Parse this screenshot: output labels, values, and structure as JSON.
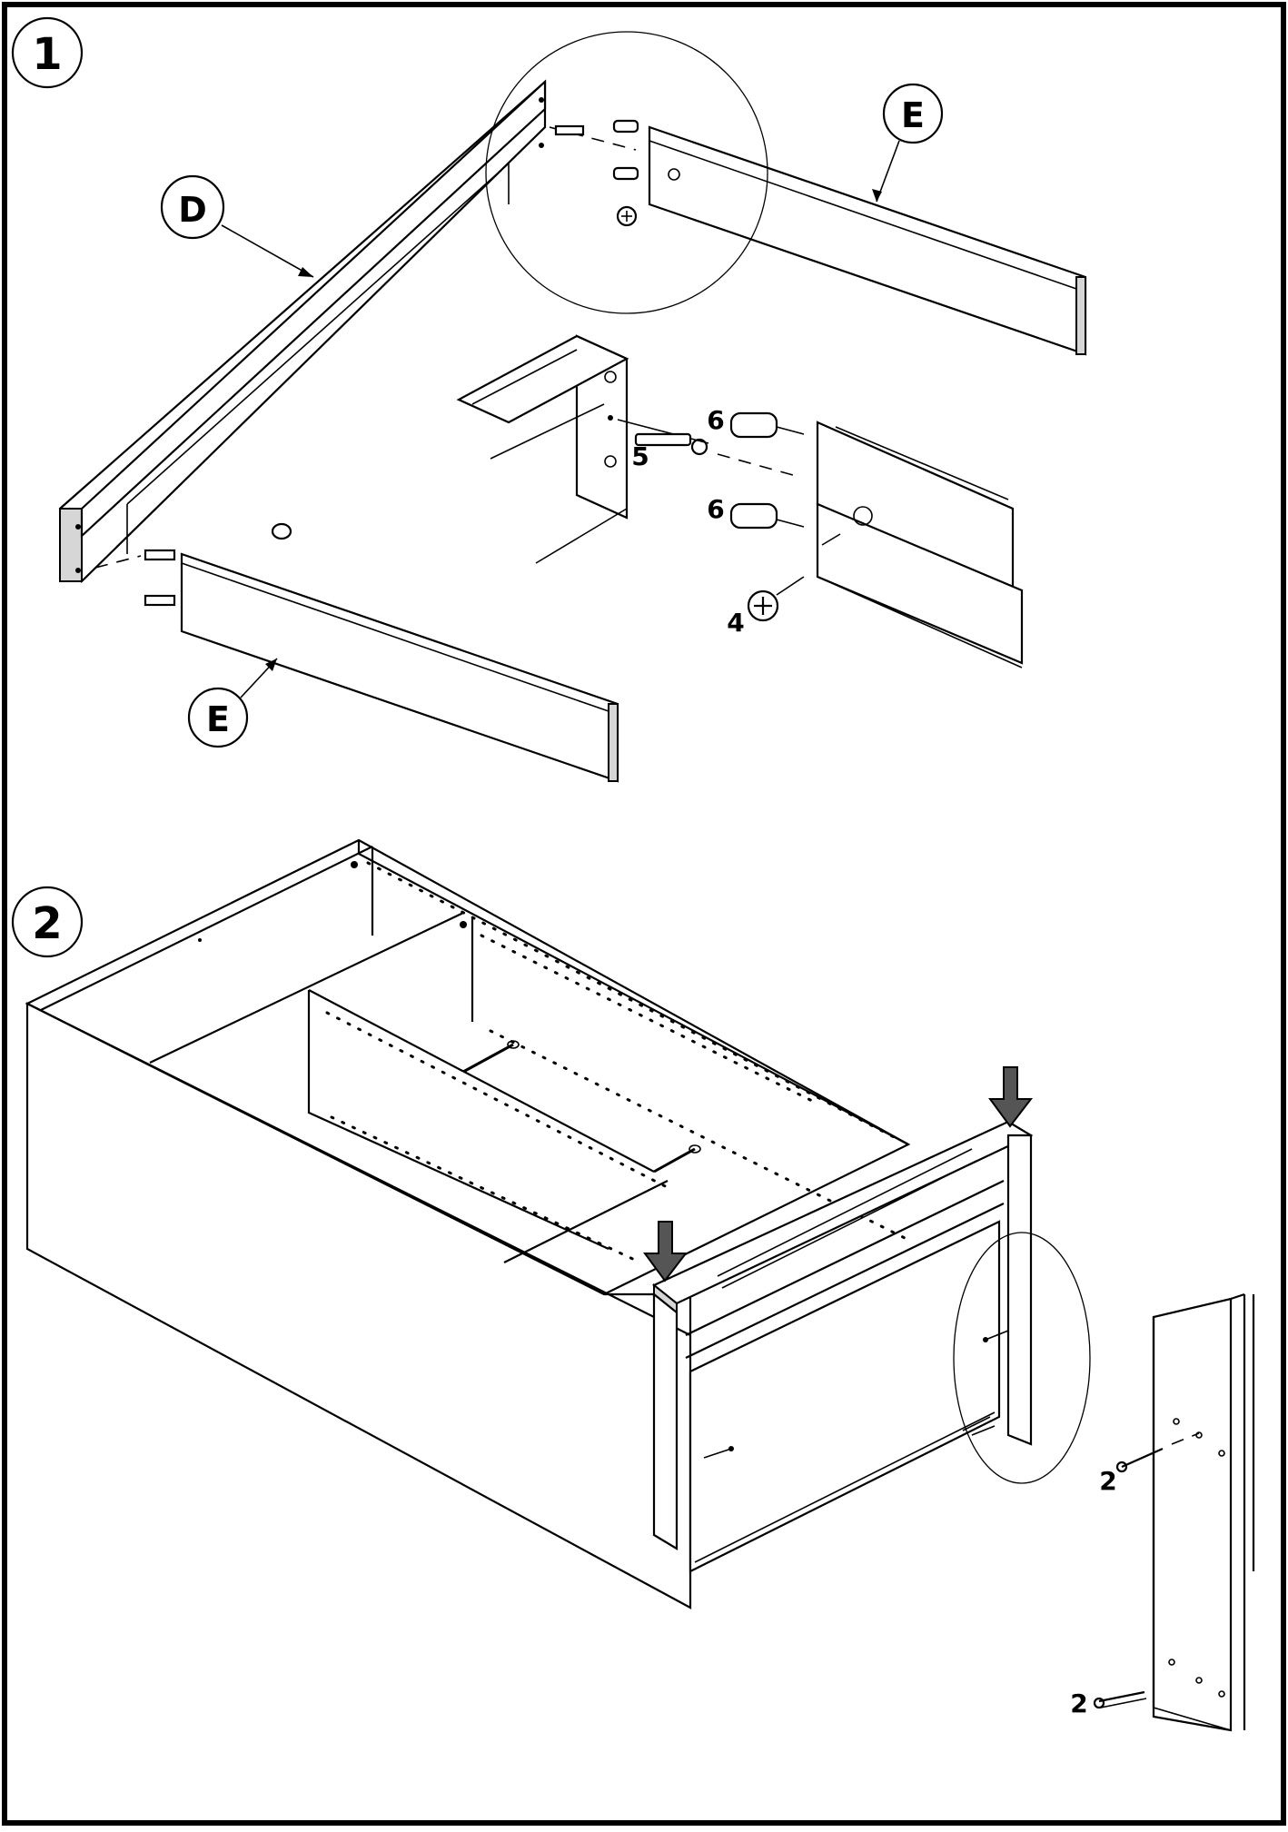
{
  "steps": [
    {
      "number": "1"
    },
    {
      "number": "2"
    }
  ],
  "part_labels": {
    "panel_d": "D",
    "panel_e_top": "E",
    "panel_e_bottom": "E"
  },
  "hardware_labels": {
    "cam_bolt": "5",
    "dowel_upper": "6",
    "dowel_lower": "6",
    "cam_lock": "4",
    "screw_upper": "2",
    "screw_lower": "2"
  },
  "colors": {
    "line": "#000000",
    "arrow_fill": "#555555",
    "edge_shade": "#d6d6d6"
  }
}
